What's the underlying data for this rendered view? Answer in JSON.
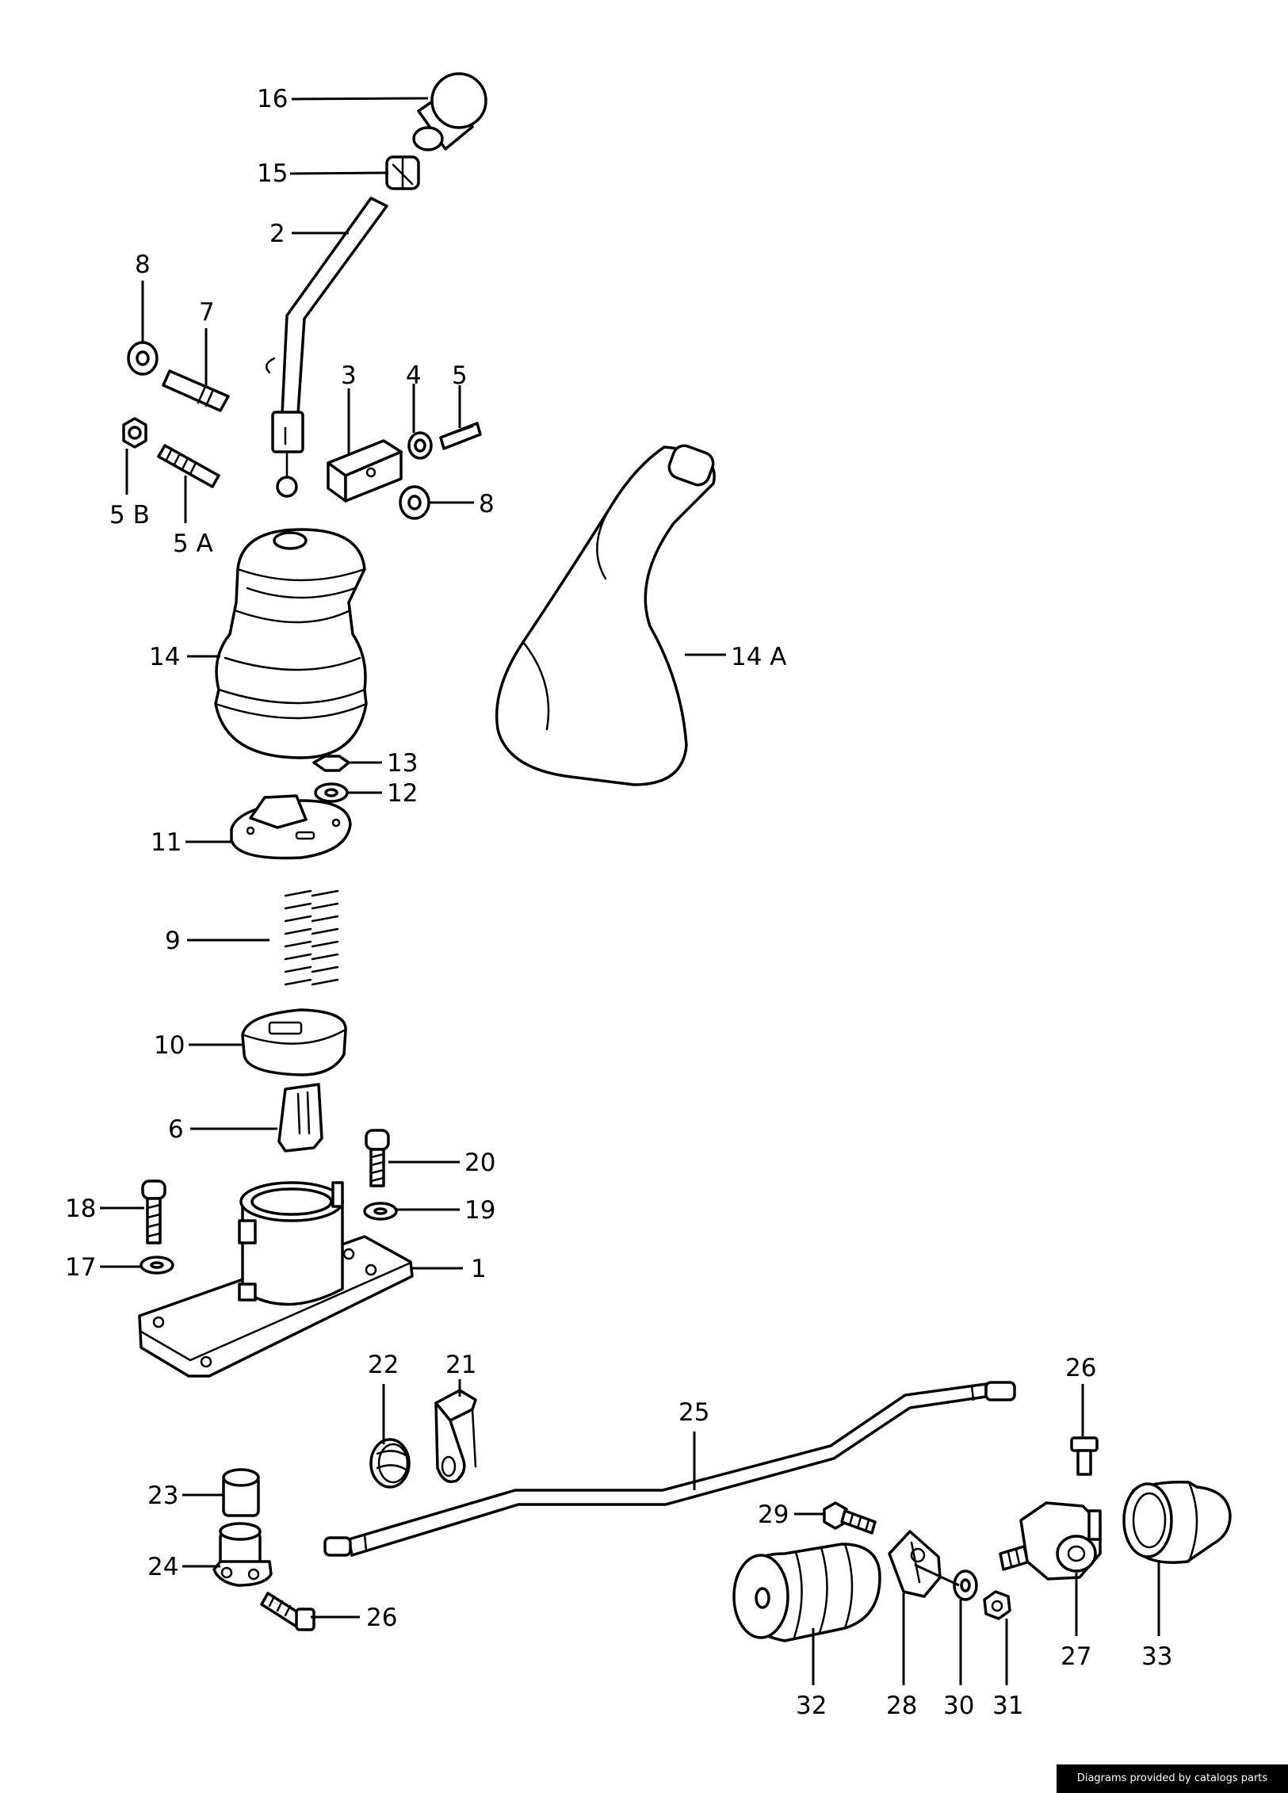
{
  "callouts": {
    "c1": "1",
    "c2": "2",
    "c3": "3",
    "c4": "4",
    "c5": "5",
    "c5a": "5 A",
    "c5b": "5 B",
    "c6": "6",
    "c7": "7",
    "c8a": "8",
    "c8b": "8",
    "c9": "9",
    "c10": "10",
    "c11": "11",
    "c12": "12",
    "c13": "13",
    "c14": "14",
    "c14a": "14 A",
    "c15": "15",
    "c16": "16",
    "c17": "17",
    "c18": "18",
    "c19": "19",
    "c20": "20",
    "c21": "21",
    "c22": "22",
    "c23": "23",
    "c24": "24",
    "c25": "25",
    "c26a": "26",
    "c26b": "26",
    "c27": "27",
    "c28": "28",
    "c29": "29",
    "c30": "30",
    "c31": "31",
    "c32": "32",
    "c33": "33"
  },
  "footer": {
    "text": "Diagrams provided by catalogs parts"
  }
}
